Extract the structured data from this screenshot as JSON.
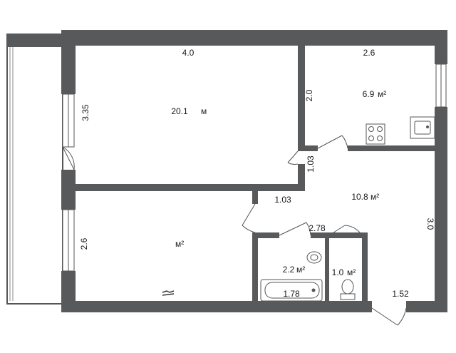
{
  "colors": {
    "wall": "#58595b",
    "line": "#333333",
    "fixture": "#555555",
    "bg": "#ffffff"
  },
  "dimensions": {
    "top_room_width": "4.0",
    "left_room_height": "3.35",
    "kitchen_width": "2.6",
    "kitchen_height": "2.0",
    "hall_door": "1.03",
    "hall_opening": "1.03",
    "bath_width": "2.78",
    "right_wall": "3.0",
    "bedroom_height": "2.6",
    "bath_inner": "1.78",
    "entrance": "1.52"
  },
  "areas": {
    "room1": "20.1",
    "kitchen": "6.9",
    "hall": "10.8",
    "room2": "",
    "bath": "2.2",
    "wc": "1.0"
  },
  "units": {
    "sqm": "м²",
    "partial": "м"
  },
  "fixtures": [
    {
      "name": "stove-icon"
    },
    {
      "name": "kitchen-sink-icon"
    },
    {
      "name": "bathtub-icon"
    },
    {
      "name": "bath-sink-icon"
    },
    {
      "name": "toilet-icon"
    }
  ]
}
